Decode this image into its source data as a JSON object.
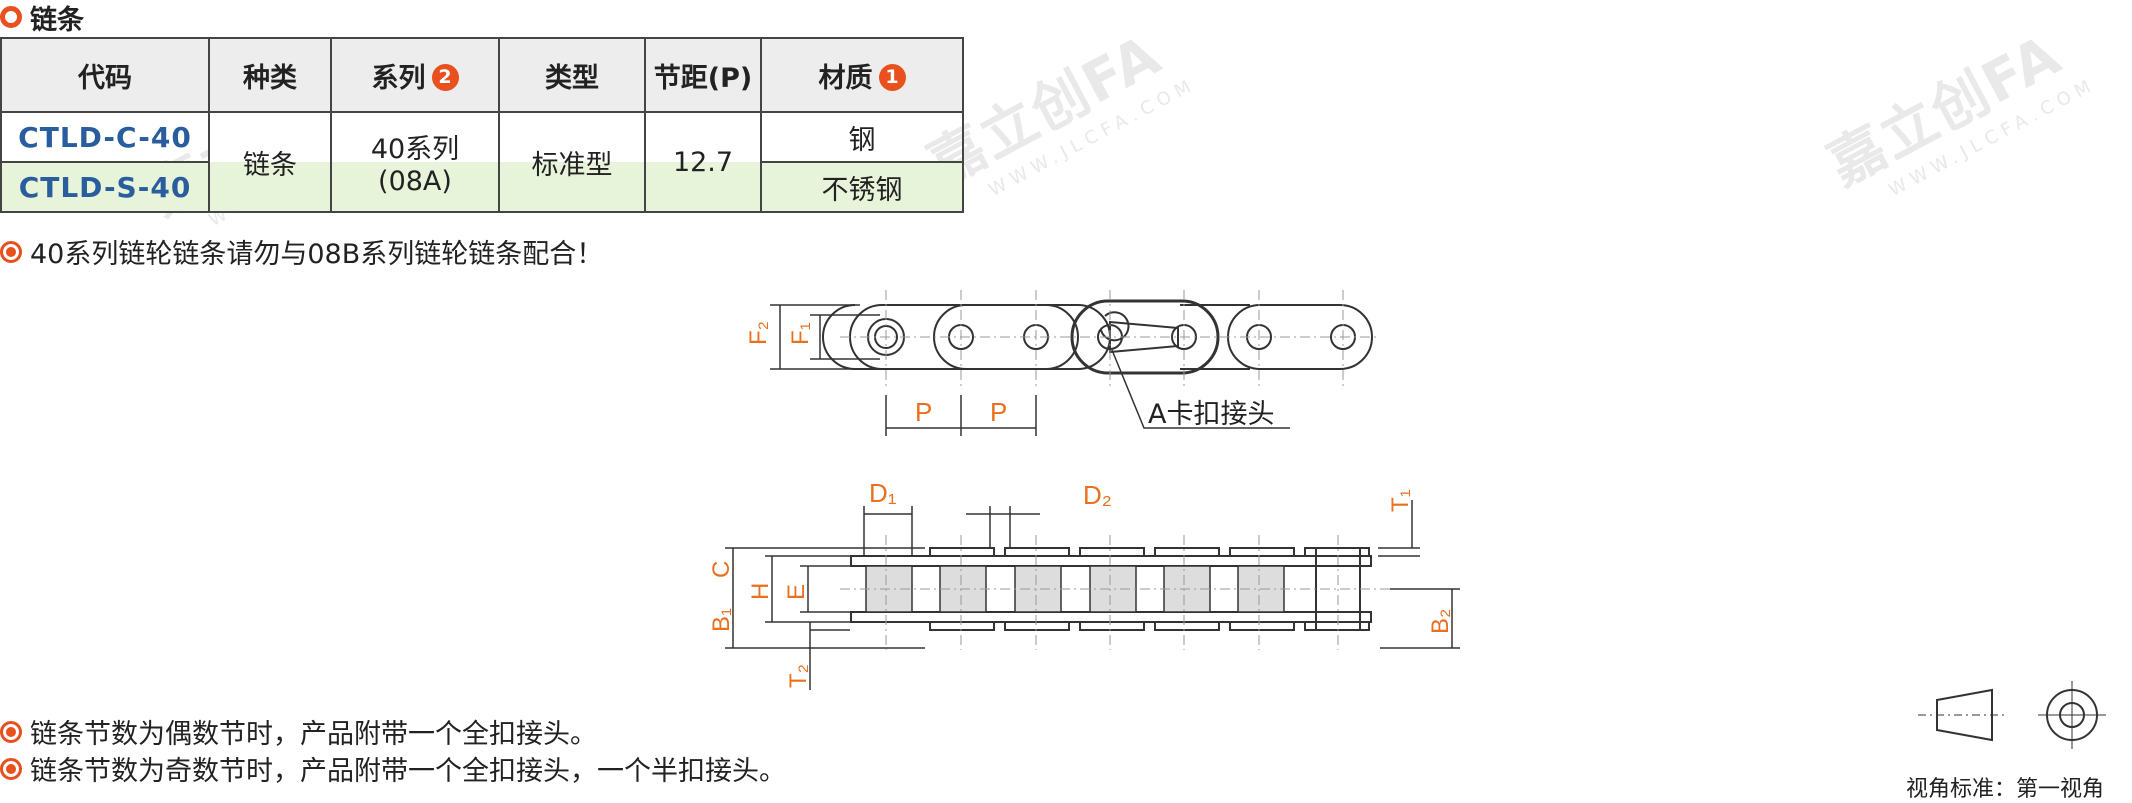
{
  "section": {
    "title": "链条"
  },
  "table": {
    "headers": [
      {
        "label": "代码"
      },
      {
        "label": "种类"
      },
      {
        "label": "系列",
        "badge": "2"
      },
      {
        "label": "类型"
      },
      {
        "label": "节距(P)"
      },
      {
        "label": "材质",
        "badge": "1"
      }
    ],
    "rows": [
      {
        "code": "CTLD-C-40",
        "material": "钢"
      },
      {
        "code": "CTLD-S-40",
        "material": "不锈钢"
      }
    ],
    "kind": "链条",
    "series_line1": "40系列",
    "series_line2": "(08A)",
    "type": "标准型",
    "pitch": "12.7"
  },
  "notes": {
    "top": "40系列链轮链条请勿与08B系列链轮链条配合！",
    "even": "链条节数为偶数节时，产品附带一个全扣接头。",
    "odd": "链条节数为奇数节时，产品附带一个全扣接头，一个半扣接头。"
  },
  "drawing": {
    "callout": "A卡扣接头",
    "dims": {
      "F2": "F₂",
      "F1": "F₁",
      "P": "P",
      "D1": "D₁",
      "D2": "D₂",
      "T1": "T₁",
      "T2": "T₂",
      "C": "C",
      "H": "H",
      "E": "E",
      "B1": "B₁",
      "B2": "B₂"
    }
  },
  "projection": {
    "label": "视角标准：第一视角"
  },
  "colors": {
    "accent": "#e8501e",
    "code": "#2a5d9e",
    "row_highlight": "#e7f4d9",
    "dimension": "#e8701e"
  }
}
